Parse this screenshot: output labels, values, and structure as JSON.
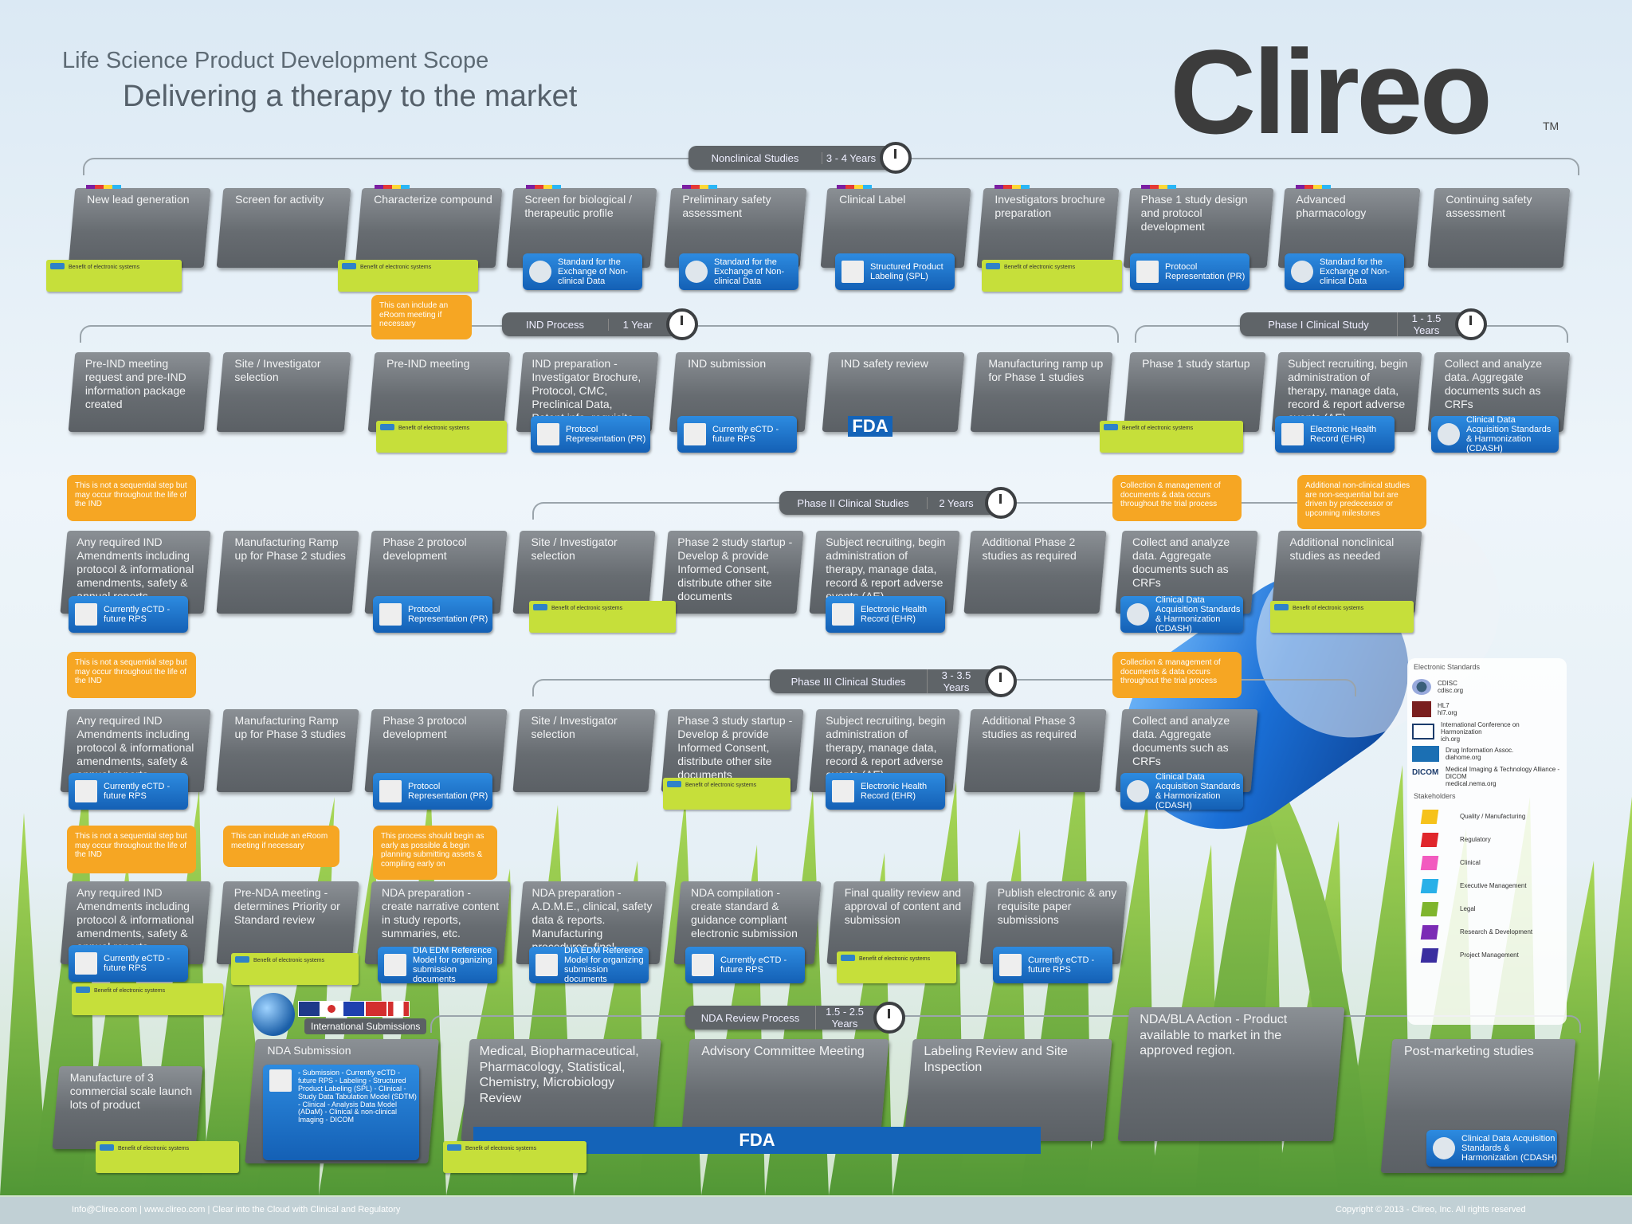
{
  "header": {
    "subtitle": "Life Science Product Development Scope",
    "title": "Delivering a therapy to the market",
    "logo": "Clireo",
    "tm": "TM"
  },
  "phases": {
    "nonclinical": {
      "name": "Nonclinical Studies",
      "dur": "3 - 4 Years"
    },
    "ind": {
      "name": "IND Process",
      "dur": "1 Year"
    },
    "phase1": {
      "name": "Phase I Clinical Study",
      "dur": "1 - 1.5 Years"
    },
    "phase2": {
      "name": "Phase II Clinical Studies",
      "dur": "2 Years"
    },
    "phase3": {
      "name": "Phase III Clinical Studies",
      "dur": "3 - 3.5 Years"
    },
    "nda": {
      "name": "NDA Review Process",
      "dur": "1.5 - 2.5 Years"
    }
  },
  "row1": [
    "New lead generation",
    "Screen for activity",
    "Characterize compound",
    "Screen for biological / therapeutic profile",
    "Preliminary safety assessment",
    "Clinical Label",
    "Investigators brochure preparation",
    "Phase 1 study design and protocol development",
    "Advanced pharmacology",
    "Continuing safety assessment"
  ],
  "row2": [
    "Pre-IND meeting request and pre-IND information package created",
    "Site / Investigator selection",
    "Pre-IND meeting",
    "IND preparation - Investigator Brochure, Protocol, CMC, Preclinical Data, Patent info, requisite forms",
    "IND submission",
    "IND safety review",
    "Manufacturing ramp up for Phase 1 studies",
    "Phase 1 study startup",
    "Subject recruiting, begin administration of therapy, manage data, record & report adverse events (AE)",
    "Collect and analyze data. Aggregate documents such as CRFs"
  ],
  "row3": [
    "Any required IND Amendments including protocol & informational amendments, safety & annual reports",
    "Manufacturing Ramp up for Phase 2 studies",
    "Phase 2 protocol development",
    "Site / Investigator selection",
    "Phase 2 study startup - Develop & provide Informed Consent, distribute other site documents",
    "Subject recruiting, begin administration of therapy, manage data, record & report adverse events (AE)",
    "Additional Phase 2 studies as required",
    "Collect and analyze data. Aggregate documents such as CRFs",
    "Additional nonclinical studies as needed"
  ],
  "row4": [
    "Any required IND Amendments including protocol & informational amendments, safety & annual reports",
    "Manufacturing Ramp up for Phase 3 studies",
    "Phase 3 protocol development",
    "Site / Investigator selection",
    "Phase 3 study startup - Develop & provide Informed Consent, distribute other site documents",
    "Subject recruiting, begin administration of therapy, manage data, record & report adverse events (AE)",
    "Additional Phase 3 studies as required",
    "Collect and analyze data. Aggregate documents such as CRFs"
  ],
  "row5": [
    "Any required IND Amendments including protocol & informational amendments, safety & annual reports",
    "Pre-NDA meeting - determines Priority or Standard review",
    "NDA preparation - create narrative content in study reports, summaries, etc.",
    "NDA preparation - A.D.M.E., clinical, safety data & reports. Manufacturing procedures, final packaging & labeling",
    "NDA compilation - create standard & guidance compliant electronic submission",
    "Final quality review and approval of content and submission",
    "Publish electronic & any requisite paper submissions"
  ],
  "row6": [
    "Manufacture of 3 commercial scale launch lots of product",
    "NDA Submission",
    "Medical, Biopharmaceutical, Pharmacology, Statistical, Chemistry, Microbiology Review",
    "Advisory Committee Meeting",
    "Labeling Review and Site Inspection",
    "NDA/BLA Action - Product available to market in the approved region.",
    "Post-marketing studies"
  ],
  "standards": {
    "sendA": "Standard for the Exchange of Non-clinical Data",
    "spl": "Structured Product Labeling (SPL)",
    "pr": "Protocol Representation (PR)",
    "ectd": "Currently eCTD - future RPS",
    "ehr": "Electronic Health Record (EHR)",
    "cdash": "Clinical Data Acquisition Standards & Harmonization (CDASH)",
    "edm": "DIA EDM Reference Model for organizing submission documents",
    "ectdList": "- Submission - Currently eCTD - future RPS - Labeling - Structured Product Labeling (SPL) - Clinical - Study Data Tabulation Model (SDTM) - Clinical - Analysis Data Model (ADaM) - Clinical & non-clinical Imaging - DICOM"
  },
  "notes": {
    "n": "Benefit of electronic systems"
  },
  "callouts": {
    "informal": "This can include an eRoom meeting if necessary",
    "seq": "This is not a sequential step but may occur throughout the life of the IND",
    "collect": "Collection & management of documents & data occurs throughout the trial process",
    "addl": "Additional non-clinical studies are non-sequential but are driven by predecessor or upcoming milestones",
    "prenda": "This can include an eRoom meeting if necessary",
    "process": "This process should begin as early as possible & begin planning submitting assets & compiling early on"
  },
  "fda": "FDA",
  "intl": "International Submissions",
  "legend": {
    "h1": "Electronic Standards",
    "s": [
      [
        "CDISC",
        "cdisc.org"
      ],
      [
        "HL7",
        "hl7.org"
      ],
      [
        "International Conference on Harmonization",
        "ich.org"
      ],
      [
        "Drug Information Assoc.",
        "diahome.org"
      ],
      [
        "Medical Imaging & Technology Alliance - DICOM",
        "medical.nema.org"
      ]
    ],
    "h2": "Stakeholders",
    "k": [
      "Quality / Manufacturing",
      "Regulatory",
      "Clinical",
      "Executive Management",
      "Legal",
      "Research & Development",
      "Project Management"
    ],
    "kc": [
      "#f6c21b",
      "#e0262b",
      "#f25bbf",
      "#29b0e8",
      "#7fb52d",
      "#7b2bb5",
      "#3a2ea0"
    ],
    "icons": [
      "CDISC",
      "HL7",
      "ICH",
      "DIA",
      "DICOM"
    ]
  },
  "footer": {
    "left": "Info@Clireo.com  |  www.clireo.com  |  Clear into the Cloud with Clinical and Regulatory",
    "right": "Copyright © 2013 - Clireo, Inc. All rights reserved"
  }
}
